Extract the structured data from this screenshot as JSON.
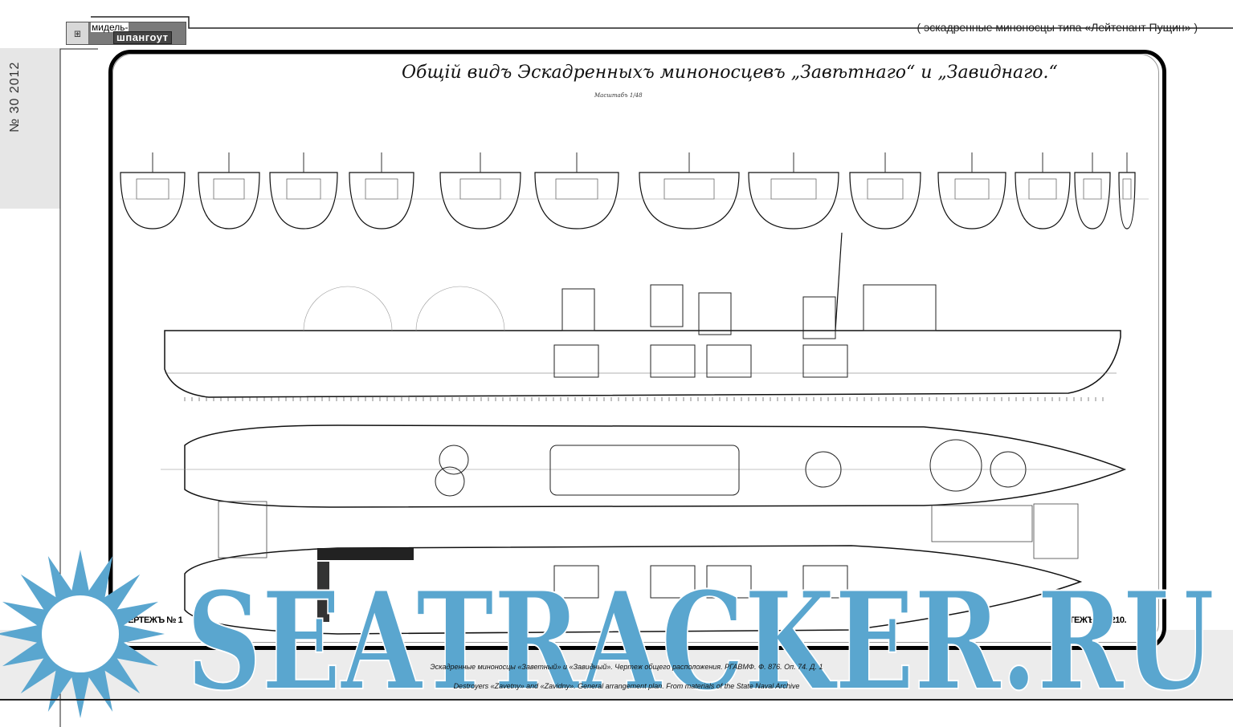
{
  "header": {
    "logo_icon": "ship-frame-icon",
    "logo_top": "мидель-",
    "logo_bottom": "шпангоут",
    "series_title": "( эскадренные миноносцы типа «Лейтенант Пущин» )"
  },
  "side": {
    "issue": "№ 30  2012"
  },
  "drawing": {
    "title": "Общій видъ Эскадренныхъ миноносцевъ „Завѣтнаго“ и „Завиднаго.“",
    "scale": "Масштабъ 1/48",
    "label_left": "ЧЕРТЕЖЪ № 1",
    "label_right": "ЧЕРТЕЖЪ №1210."
  },
  "captions": {
    "ru": "Эскадренные миноносцы «Заветный» и «Завидный». Чертеж общего расположения. РГАВМФ. Ф. 876. Оп. 74. Д. 1",
    "en": "Destroyers «Zavetny» and «Zavidny». General arrangement plan. From materials of the State Naval Archive"
  },
  "watermark": {
    "text": "SEATRACKER.RU",
    "color": "#5aa6cf"
  }
}
